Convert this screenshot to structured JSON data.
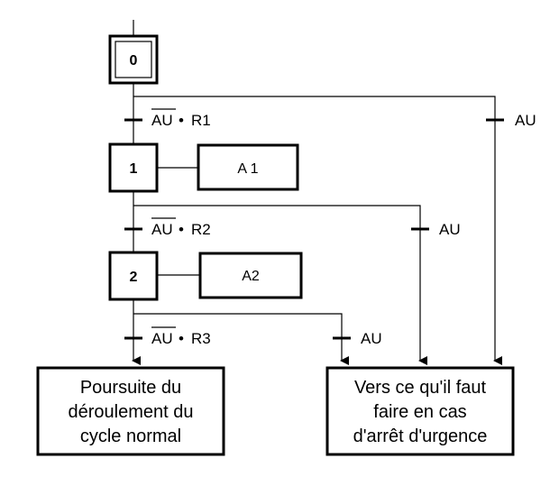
{
  "steps": [
    {
      "id": "0"
    },
    {
      "id": "1",
      "action": "A 1"
    },
    {
      "id": "2",
      "action": "A2"
    }
  ],
  "transitions": {
    "t1": {
      "neg": "AU",
      "dot": "•",
      "rest": "R1"
    },
    "t2": {
      "neg": "AU",
      "dot": "•",
      "rest": "R2"
    },
    "t3": {
      "neg": "AU",
      "dot": "•",
      "rest": "R3"
    },
    "au0": "AU",
    "au1": "AU",
    "au2": "AU"
  },
  "normal_box": {
    "lines": [
      "Poursuite du",
      "déroulement du",
      "cycle normal"
    ]
  },
  "emergency_box": {
    "lines": [
      "Vers ce qu'il faut",
      "faire en cas",
      "d'arrêt d'urgence"
    ]
  }
}
